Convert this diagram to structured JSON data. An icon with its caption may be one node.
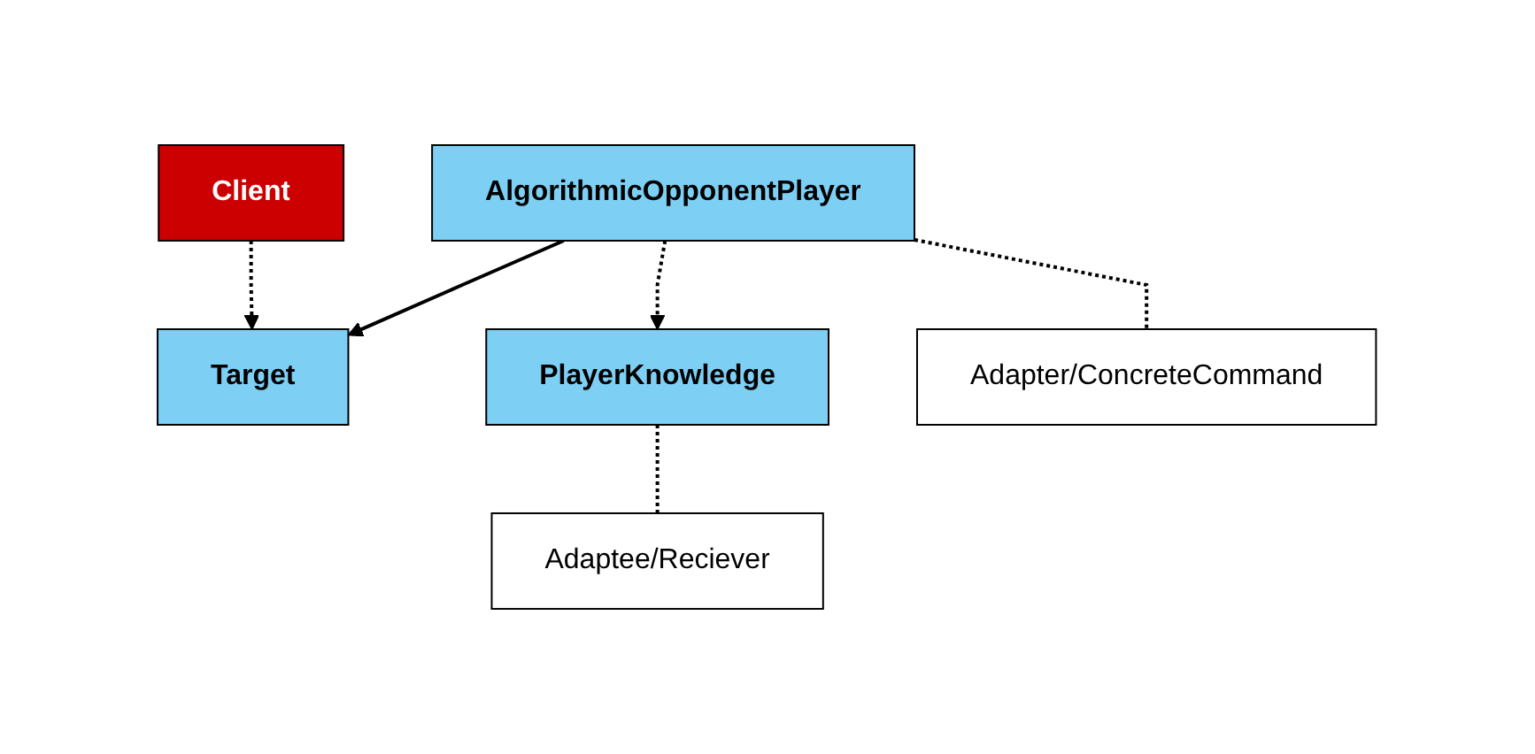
{
  "diagram": {
    "nodes": [
      {
        "text": [
          "Client"
        ]
      },
      {
        "text": [
          "Target"
        ]
      },
      {
        "text": [
          "AlgorithmicOpponentPlayer"
        ]
      },
      {
        "text": [
          "PlayerKnowledge"
        ]
      },
      {
        "text": [
          "Adapter/ConcreteCommand"
        ]
      },
      {
        "text": [
          "Adaptee/Reciever"
        ]
      }
    ],
    "edges": [
      {
        "from": 0,
        "to": 1,
        "arrow": "to",
        "style": "dashed"
      },
      {
        "from": 2,
        "to": 1,
        "arrow": "to"
      },
      {
        "from": 2,
        "to": 3,
        "arrow": "to",
        "style": "dashed"
      },
      {
        "from": 2,
        "to": 4,
        "arrow": "none",
        "style": "dashed"
      },
      {
        "from": 3,
        "to": 5,
        "arrow": "none",
        "style": "dashed"
      }
    ]
  }
}
